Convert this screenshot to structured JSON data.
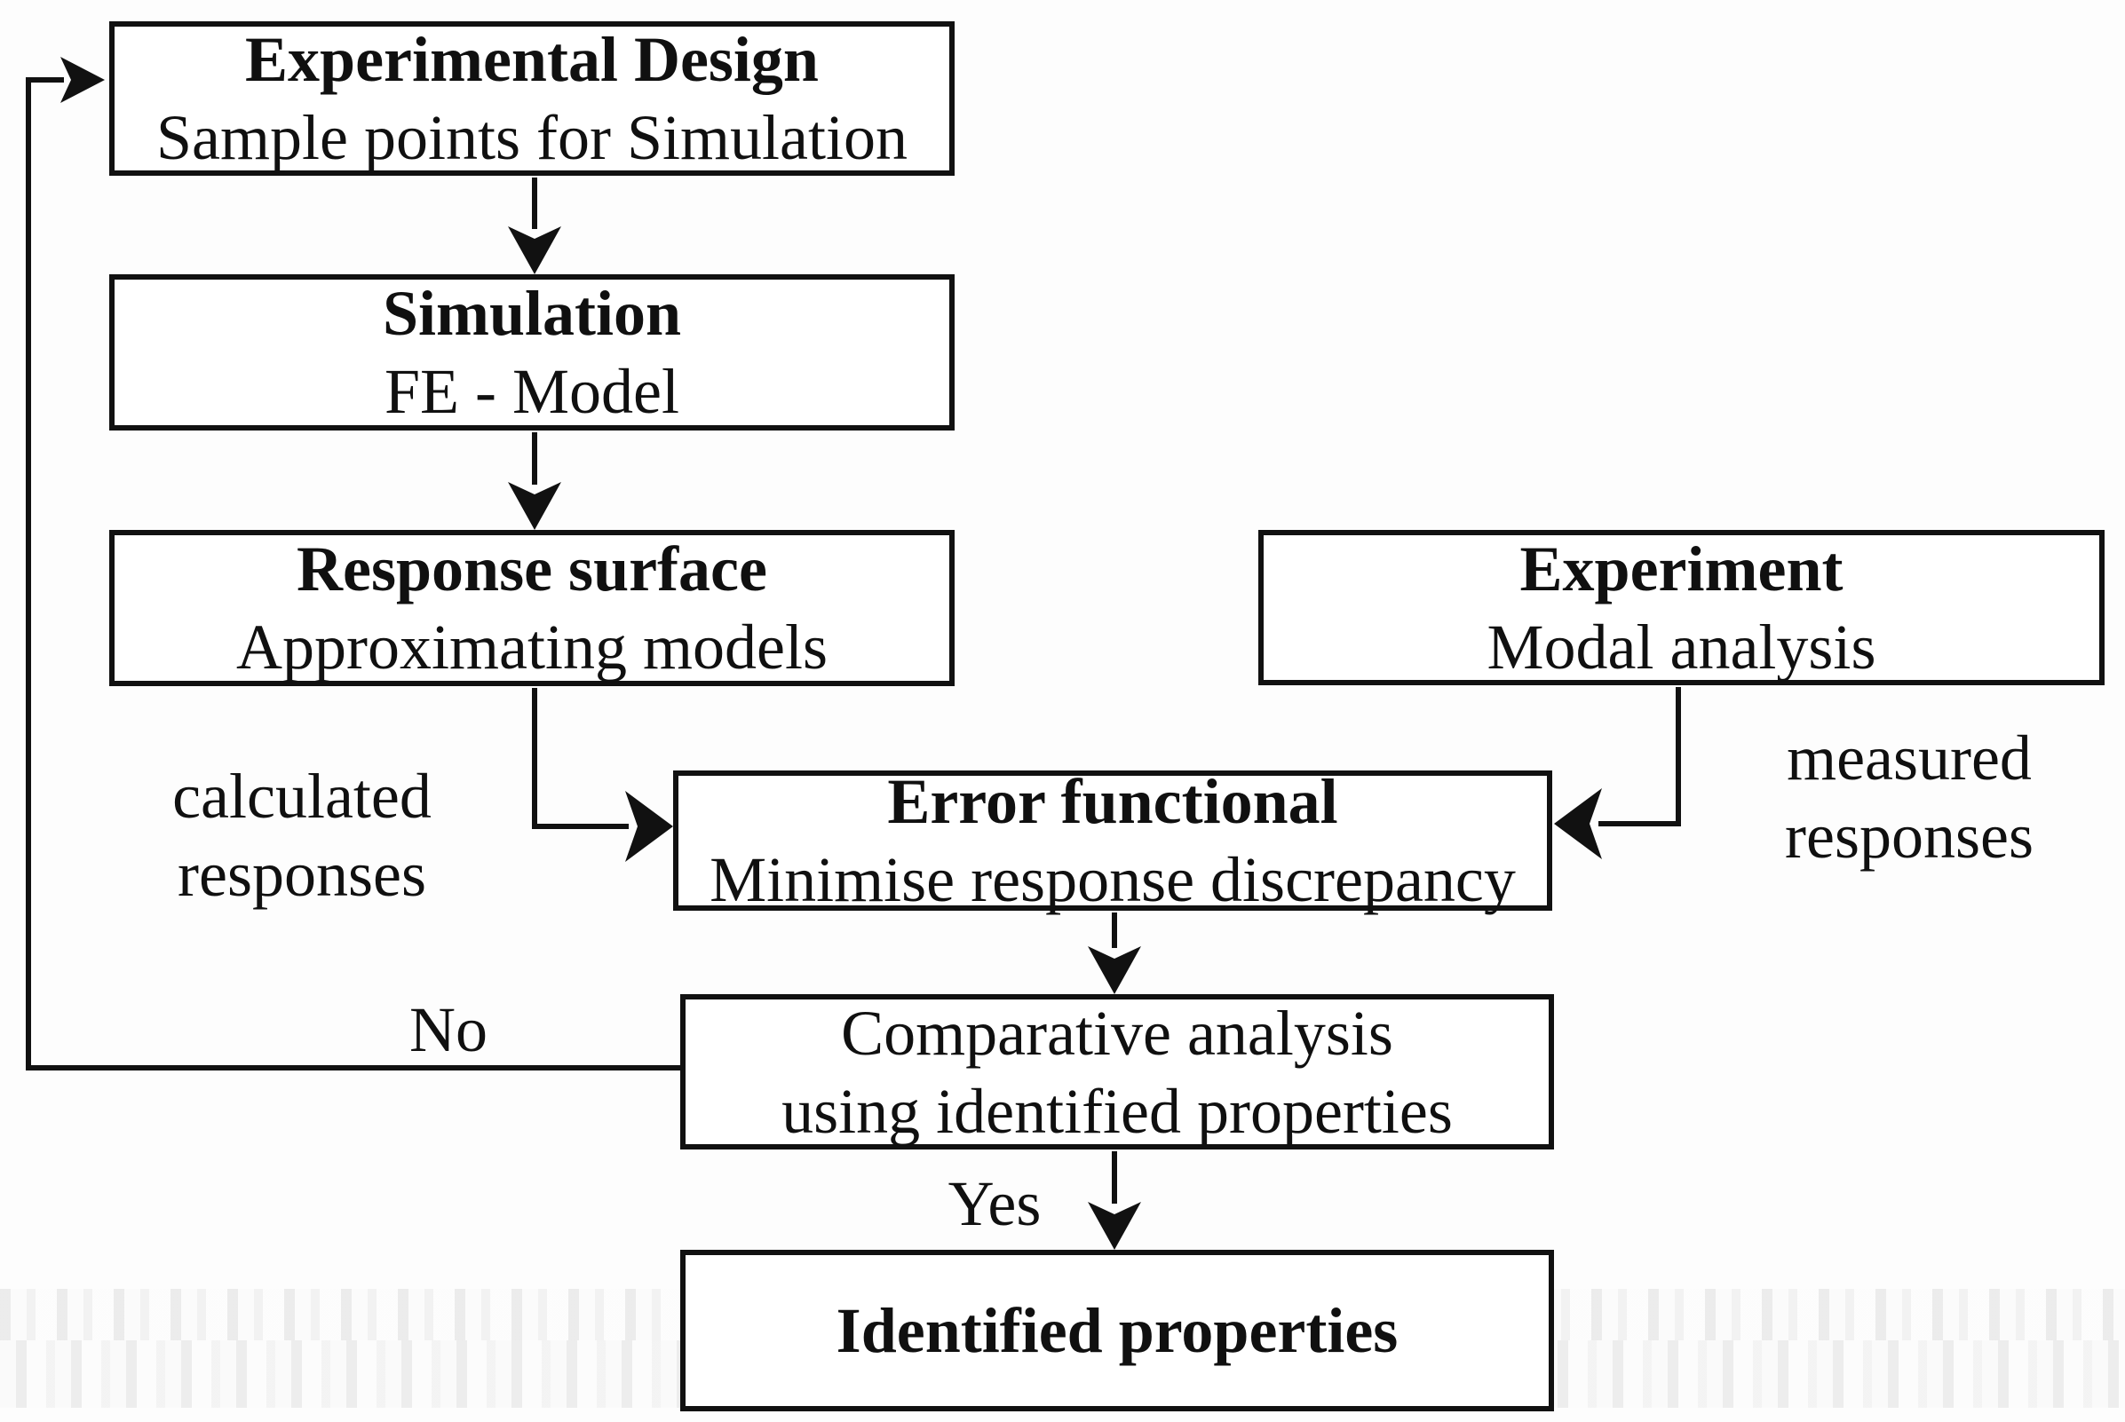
{
  "figure": {
    "type": "flowchart",
    "colors": {
      "line": "#111111",
      "box_background": "#ffffff",
      "page_background": "#fdfdfd",
      "text": "#101010"
    },
    "nodes": {
      "experimental_design": {
        "title": "Experimental Design",
        "subtitle": "Sample points for Simulation"
      },
      "simulation": {
        "title": "Simulation",
        "subtitle": "FE - Model"
      },
      "response_surface": {
        "title": "Response surface",
        "subtitle": "Approximating models"
      },
      "experiment": {
        "title": "Experiment",
        "subtitle": "Modal analysis"
      },
      "error_functional": {
        "title": "Error functional",
        "subtitle": "Minimise response discrepancy"
      },
      "comparative_analysis": {
        "line1": "Comparative analysis",
        "line2": "using identified properties"
      },
      "identified_properties": {
        "title": "Identified properties"
      }
    },
    "edge_labels": {
      "calculated_responses": {
        "line1": "calculated",
        "line2": "responses"
      },
      "measured_responses": {
        "line1": "measured",
        "line2": "responses"
      },
      "no": "No",
      "yes": "Yes"
    },
    "edges": [
      "experimental_design -> simulation",
      "simulation -> response_surface",
      "response_surface -> error_functional (calculated responses)",
      "experiment -> error_functional (measured responses)",
      "error_functional -> comparative_analysis",
      "comparative_analysis -> identified_properties (Yes)",
      "comparative_analysis -> experimental_design (No, feedback loop)"
    ]
  }
}
